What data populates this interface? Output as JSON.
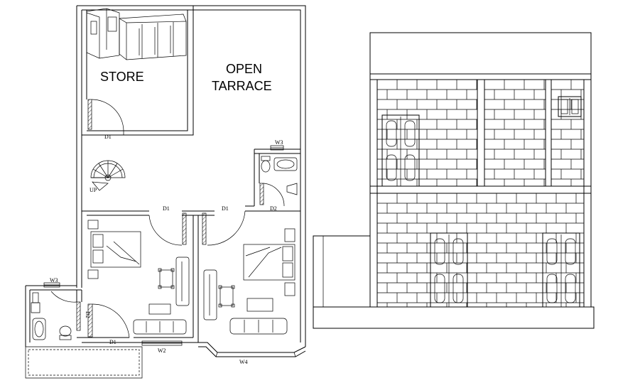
{
  "plan": {
    "labels": {
      "store": "STORE",
      "open_tarrace_1": "OPEN",
      "open_tarrace_2": "TARRACE",
      "up": "UP"
    },
    "doors": {
      "d1_store": "D1",
      "d1_bottom": "D1",
      "d2_right": "D2",
      "d2_bath": "D2",
      "d1_mid_left": "D1",
      "d1_mid_right": "D1"
    },
    "windows": {
      "w3_top": "W3",
      "w3_left": "W3",
      "w2": "W2",
      "w4": "W4"
    }
  },
  "elevation": {}
}
